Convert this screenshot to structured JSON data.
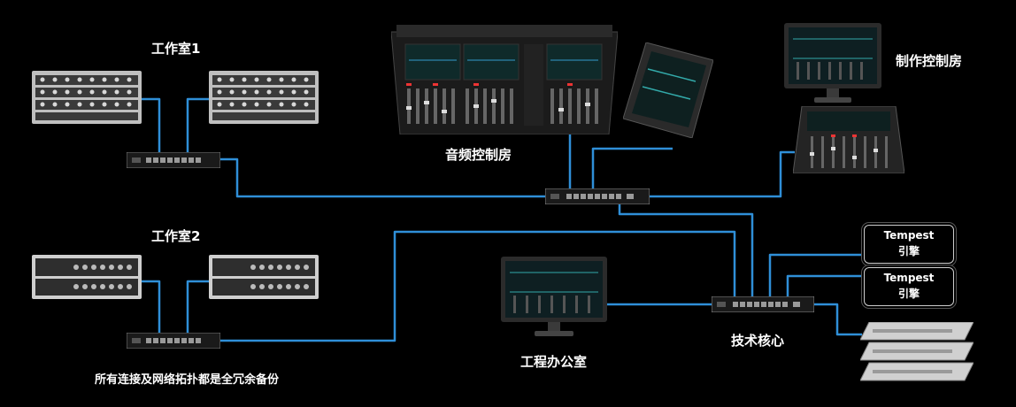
{
  "labels": {
    "studio1": "工作室1",
    "studio2": "工作室2",
    "audio_control_room": "音频控制房",
    "production_control_room": "制作控制房",
    "tech_core": "技术核心",
    "engineering_office": "工程办公室",
    "redundancy_note": "所有连接及网络拓扑都是全冗余备份"
  },
  "engines": [
    {
      "name": "Tempest",
      "sub": "引擎"
    },
    {
      "name": "Tempest",
      "sub": "引擎"
    }
  ],
  "colors": {
    "background": "#000000",
    "link": "#2f8fd8",
    "text": "#ffffff"
  }
}
